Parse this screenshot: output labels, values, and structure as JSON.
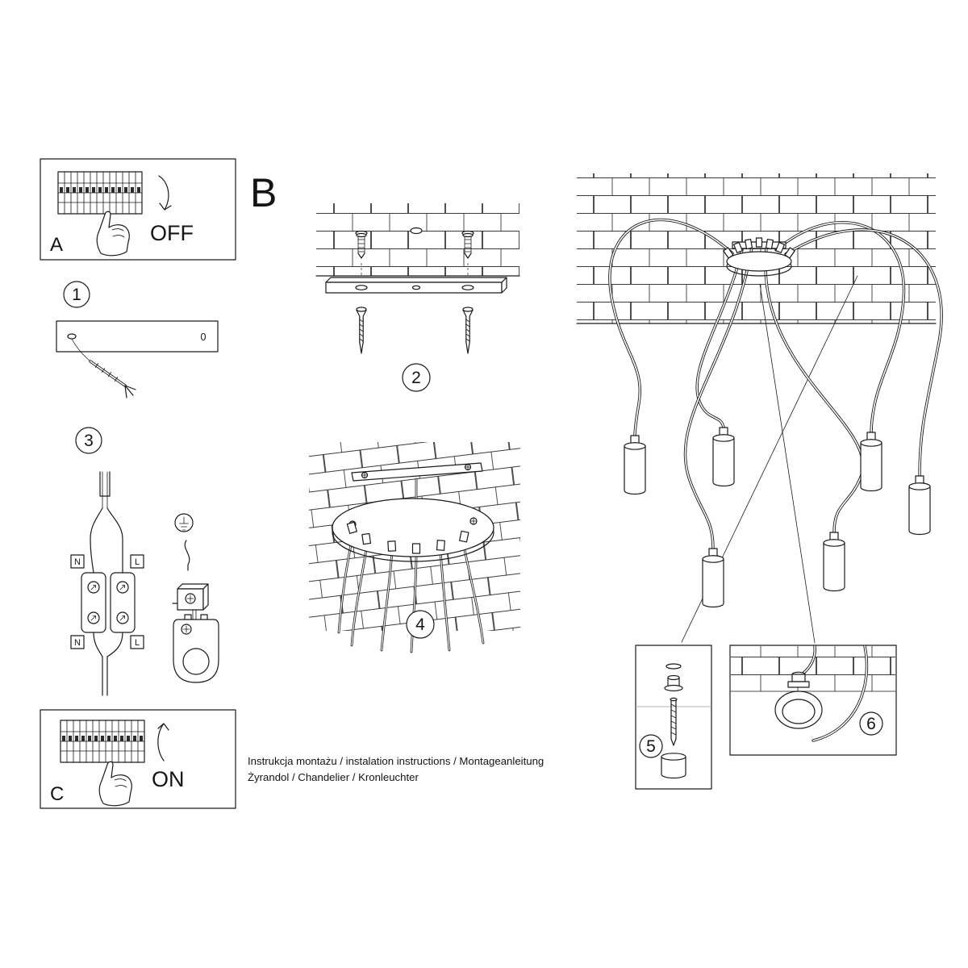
{
  "panels": {
    "a": {
      "label": "A",
      "action": "OFF"
    },
    "c": {
      "label": "C",
      "action": "ON"
    },
    "b_label": "B"
  },
  "steps": {
    "s1": "1",
    "s2": "2",
    "s3": "3",
    "s4": "4",
    "s5": "5",
    "s6": "6"
  },
  "wiring": {
    "n_top": "N",
    "l_top": "L",
    "n_bottom": "N",
    "l_bottom": "L",
    "tag_zero": "0"
  },
  "footer": {
    "line1": "Instrukcja montażu / instalation instructions / Montageanleitung",
    "line2": "Żyrandol / Chandelier / Kronleuchter"
  },
  "colors": {
    "ink": "#1a1a1a",
    "paper": "#ffffff"
  }
}
